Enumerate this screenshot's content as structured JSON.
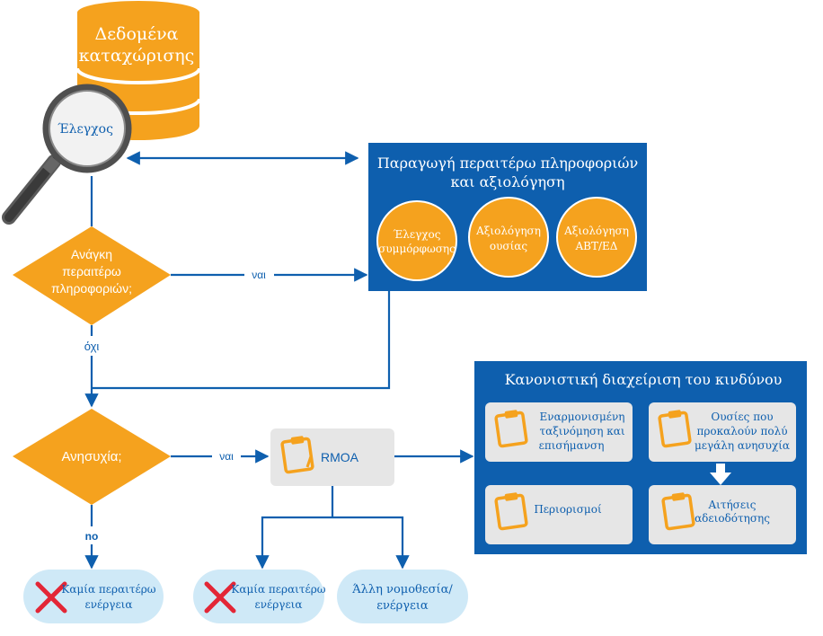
{
  "database": {
    "line1": "Δεδομένα",
    "line2": "καταχώρισης"
  },
  "magnifier": {
    "label": "Έλεγχος"
  },
  "further_info_box": {
    "title_line1": "Παραγωγή περαιτέρω πληροφοριών",
    "title_line2": "και αξιολόγηση",
    "circles": [
      {
        "line1": "Έλεγχος",
        "line2": "συμμόρφωσης"
      },
      {
        "line1": "Αξιολόγηση",
        "line2": "ουσίας"
      },
      {
        "line1": "Αξιολόγηση",
        "line2": "ΑΒΤ/ΕΔ"
      }
    ]
  },
  "decision_info": {
    "line1": "Ανάγκη",
    "line2": "περαιτέρω",
    "line3": "πληροφοριών;"
  },
  "decision_concern": {
    "label": "Ανησυχία;"
  },
  "edge_labels": {
    "yes_info": "ναι",
    "no_info": "όχι",
    "yes_concern": "ναι",
    "no_concern": "no"
  },
  "rmoa": {
    "label": "RMOA"
  },
  "risk_mgmt_box": {
    "title": "Κανονιστική διαχείριση του κινδύνου",
    "cards": {
      "harmonised": {
        "line1": "Εναρμονισμένη",
        "line2": "ταξινόμηση και",
        "line3": "επισήμανση"
      },
      "svhc": {
        "line1": "Ουσίες που",
        "line2": "προκαλούν πολύ",
        "line3": "μεγάλη ανησυχία"
      },
      "restrictions": {
        "line1": "Περιορισμοί"
      },
      "authorisation": {
        "line1": "Αιτήσεις",
        "line2": "αδειοδότησης"
      }
    }
  },
  "outcomes": {
    "no_action_left": {
      "line1": "Καμία περαιτέρω",
      "line2": "ενέργεια"
    },
    "no_action_mid": {
      "line1": "Καμία περαιτέρω",
      "line2": "ενέργεια"
    },
    "other_law": {
      "line1": "Άλλη νομοθεσία/",
      "line2": "ενέργεια"
    }
  },
  "colors": {
    "blue": "#0e5fae",
    "orange": "#f5a21e",
    "light_blue_pill": "#cfe9f7",
    "grey_card": "#e6e6e6",
    "red_cross": "#e32636"
  }
}
